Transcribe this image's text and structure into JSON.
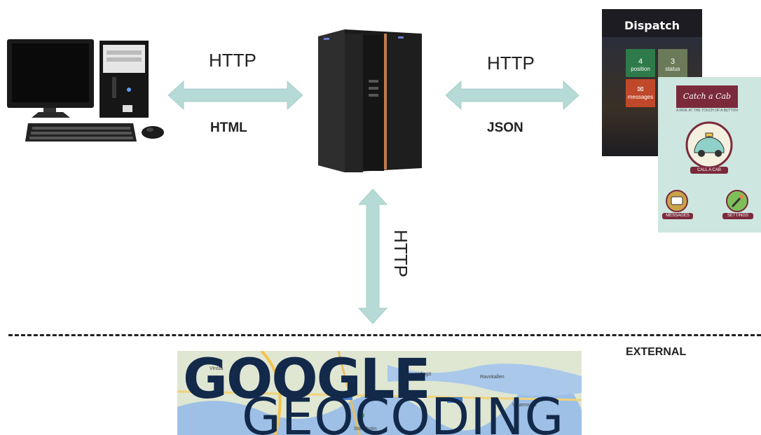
{
  "links": {
    "client": {
      "protocol": "HTTP",
      "format": "HTML"
    },
    "mobile": {
      "protocol": "HTTP",
      "format": "JSON"
    },
    "geocoding": {
      "protocol": "HTTP"
    }
  },
  "zone_label": "EXTERNAL",
  "external_service": {
    "line1": "GOOGLE",
    "line2": "GEOCODING"
  },
  "map_labels": [
    "Vinsta",
    "Lidingö",
    "Stockholm",
    "Ravnkallen",
    "Velamsund"
  ],
  "dispatch_app": {
    "title": "Dispatch",
    "tiles": [
      {
        "value": "4",
        "label": "position"
      },
      {
        "value": "3",
        "label": "status"
      },
      {
        "value": "",
        "label": "messages"
      }
    ]
  },
  "cab_app": {
    "title": "Catch a Cab",
    "subtitle": "A RIDE AT THE TOUCH OF A BUTTON",
    "call_label": "CALL A CAB",
    "messages_label": "MESSAGES",
    "settings_label": "SETTINGS"
  },
  "colors": {
    "arrow": "#b6dad6",
    "divider": "#222222",
    "server_stripe": "#c07a50",
    "brand_dark": "#12294a",
    "cab_accent": "#7b2a3c"
  }
}
